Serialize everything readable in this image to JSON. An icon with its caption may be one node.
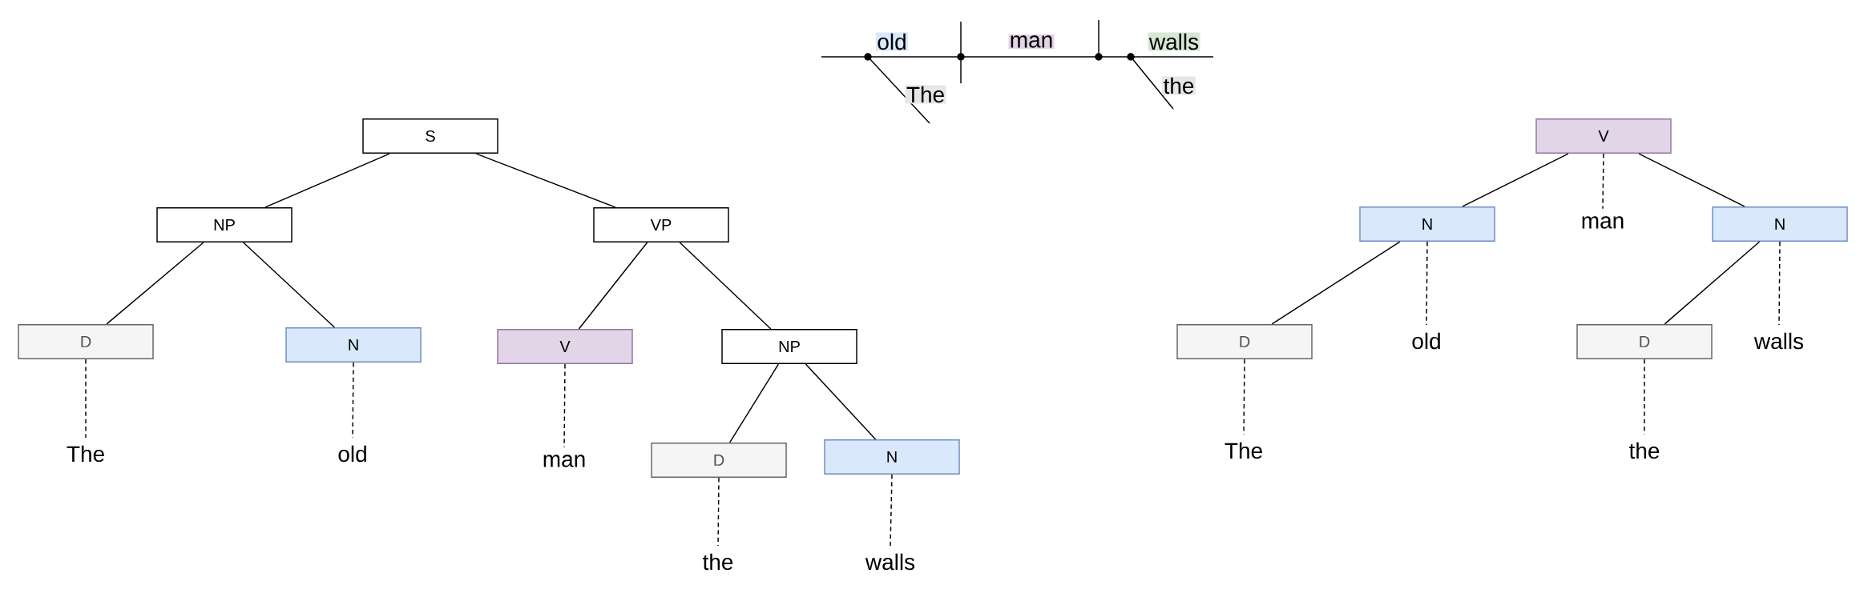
{
  "diagram": {
    "nodes": [
      {
        "text": [
          "old"
        ]
      },
      {
        "text": [
          "man"
        ]
      },
      {
        "text": [
          "walls"
        ]
      },
      {
        "text": [
          "The"
        ]
      },
      {
        "text": [
          "the"
        ]
      },
      {
        "text": [
          "S"
        ]
      },
      {
        "text": [
          "NP"
        ]
      },
      {
        "text": [
          "VP"
        ]
      },
      {
        "text": [
          "D"
        ]
      },
      {
        "text": [
          "N"
        ]
      },
      {
        "text": [
          "V"
        ]
      },
      {
        "text": [
          "NP"
        ]
      },
      {
        "text": [
          "The"
        ]
      },
      {
        "text": [
          "old"
        ]
      },
      {
        "text": [
          "man"
        ]
      },
      {
        "text": [
          "D"
        ]
      },
      {
        "text": [
          "N"
        ]
      },
      {
        "text": [
          "the"
        ]
      },
      {
        "text": [
          "walls"
        ]
      },
      {
        "text": [
          "V"
        ]
      },
      {
        "text": [
          "N"
        ]
      },
      {
        "text": [
          "man"
        ]
      },
      {
        "text": [
          "N"
        ]
      },
      {
        "text": [
          "D"
        ]
      },
      {
        "text": [
          "old"
        ]
      },
      {
        "text": [
          "D"
        ]
      },
      {
        "text": [
          "walls"
        ]
      },
      {
        "text": [
          "The"
        ]
      },
      {
        "text": [
          "the"
        ]
      }
    ],
    "edges": [
      {
        "from": 5,
        "to": 6,
        "arrow": "none"
      },
      {
        "from": 5,
        "to": 7,
        "arrow": "none"
      },
      {
        "from": 6,
        "to": 8,
        "arrow": "none"
      },
      {
        "from": 6,
        "to": 9,
        "arrow": "none"
      },
      {
        "from": 7,
        "to": 10,
        "arrow": "none"
      },
      {
        "from": 7,
        "to": 11,
        "arrow": "none"
      },
      {
        "from": 8,
        "to": 12,
        "arrow": "none",
        "style": "dashed"
      },
      {
        "from": 9,
        "to": 13,
        "arrow": "none",
        "style": "dashed"
      },
      {
        "from": 10,
        "to": 14,
        "arrow": "none",
        "style": "dashed"
      },
      {
        "from": 11,
        "to": 15,
        "arrow": "none"
      },
      {
        "from": 11,
        "to": 16,
        "arrow": "none"
      },
      {
        "from": 15,
        "to": 17,
        "arrow": "none",
        "style": "dashed"
      },
      {
        "from": 16,
        "to": 18,
        "arrow": "none",
        "style": "dashed"
      },
      {
        "from": 19,
        "to": 20,
        "arrow": "none"
      },
      {
        "from": 19,
        "to": 21,
        "arrow": "none",
        "style": "dashed"
      },
      {
        "from": 19,
        "to": 22,
        "arrow": "none"
      },
      {
        "from": 20,
        "to": 23,
        "arrow": "none"
      },
      {
        "from": 20,
        "to": 24,
        "arrow": "none",
        "style": "dashed"
      },
      {
        "from": 22,
        "to": 25,
        "arrow": "none"
      },
      {
        "from": 22,
        "to": 26,
        "arrow": "none",
        "style": "dashed"
      },
      {
        "from": 23,
        "to": 27,
        "arrow": "none",
        "style": "dashed"
      },
      {
        "from": 25,
        "to": 28,
        "arrow": "none",
        "style": "dashed"
      }
    ]
  }
}
